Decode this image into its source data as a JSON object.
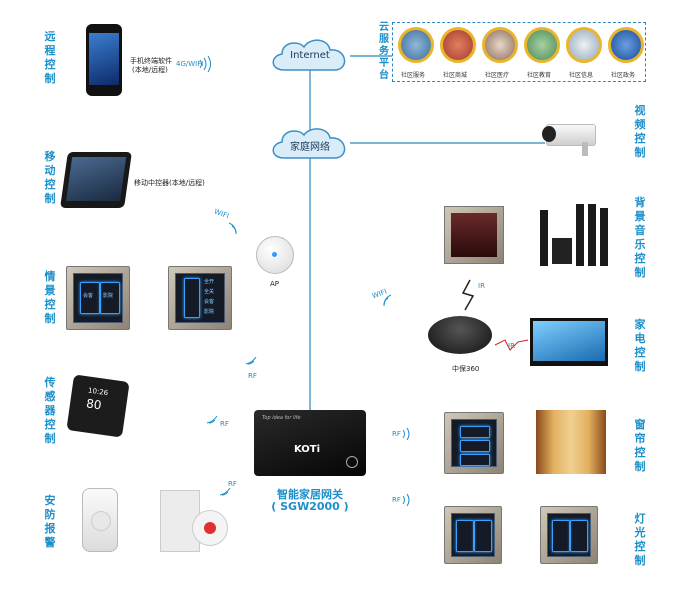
{
  "left_labels": {
    "remote": "远程控制",
    "mobile": "移动控制",
    "scene": "情景控制",
    "sensor": "传感器控制",
    "security": "安防报警"
  },
  "right_labels": {
    "video": "视频控制",
    "music": "背景音乐控制",
    "appliance": "家电控制",
    "curtain": "窗帘控制",
    "lighting": "灯光控制"
  },
  "internet": "Internet",
  "home_network": "家庭网络",
  "cloud_label": "云服务平台",
  "cloud_services": [
    "社区服务",
    "社区商城",
    "社区医疗",
    "社区教育",
    "社区信息",
    "社区政务"
  ],
  "phone_caption_1": "手机终端软件",
  "phone_caption_2": "(本地/远程)",
  "phone_link": "4G/WIFI",
  "tablet_caption": "移动中控器(本地/远程)",
  "wifi_tag": "WIFI",
  "ap_label": "AP",
  "rf_tag": "RF",
  "ir_tag": "IR",
  "hub_label": "中保360",
  "sensor_time": "10:26",
  "sensor_value": "80",
  "gateway_brand": "KOTi",
  "gateway_slogan": "Top idea for life",
  "gateway_title": "智能家居网关",
  "gateway_model": "( SGW2000 )",
  "scene_btns_left": [
    "会客",
    "影院"
  ],
  "scene_btns_right": [
    "全开",
    "全关",
    "会客",
    "影院"
  ],
  "colors": {
    "accent": "#1d8fc9",
    "line": "#2d86c0"
  }
}
